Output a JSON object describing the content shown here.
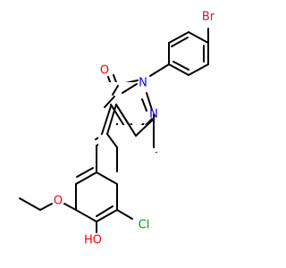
{
  "molecule": {
    "atoms": {
      "br": "Br",
      "o_carbonyl": "O",
      "n1": "N",
      "n2": "N",
      "o_ether": "O",
      "cl": "Cl",
      "oh": "HO"
    },
    "colors": {
      "bond": "#000000",
      "bromine": "#a52a2a",
      "oxygen": "#ff0000",
      "nitrogen": "#0000ff",
      "chlorine": "#00a000"
    }
  }
}
